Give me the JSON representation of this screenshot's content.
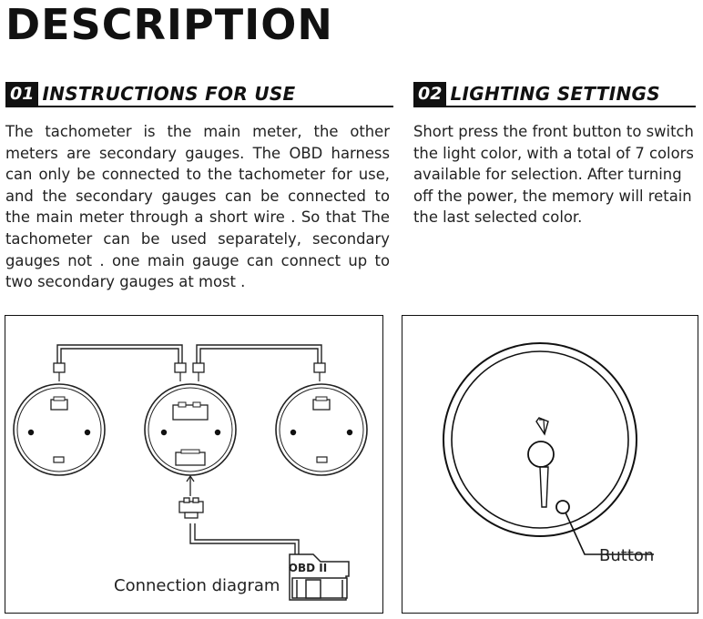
{
  "title": "DESCRIPTION",
  "sections": [
    {
      "number": "01",
      "heading": "INSTRUCTIONS FOR USE",
      "body": "The tachometer is the main meter, the other meters are secondary gauges. The OBD harness can only be connected to the tachometer for use, and the secondary gauges can be connected to the main meter through a short wire . So that The tachometer can be used separately, secondary gauges not . one main gauge can connect up to two secondary gauges at most ."
    },
    {
      "number": "02",
      "heading": "LIGHTING SETTINGS",
      "body": "Short press the front button to switch the light color, with a total of 7 colors available for selection. After turning off the power, the memory will retain the last selected color."
    }
  ],
  "connection_diagram": {
    "caption": "Connection diagram",
    "obd_label": "OBD II"
  },
  "lighting_diagram": {
    "button_label": "Button"
  }
}
